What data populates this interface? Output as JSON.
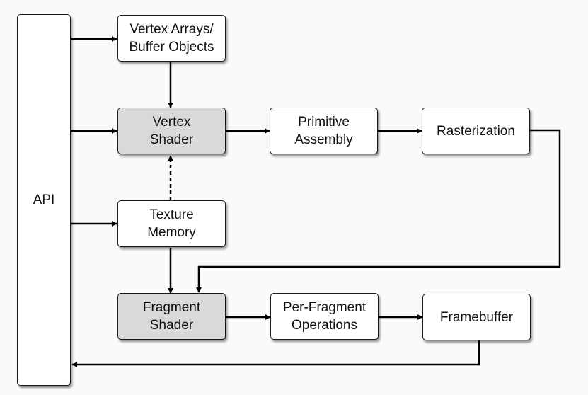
{
  "nodes": {
    "api": {
      "label": "API"
    },
    "vertex_arrays": {
      "label": "Vertex Arrays/\nBuffer Objects"
    },
    "vertex_shader": {
      "label": "Vertex\nShader"
    },
    "primitive_assembly": {
      "label": "Primitive\nAssembly"
    },
    "rasterization": {
      "label": "Rasterization"
    },
    "texture_memory": {
      "label": "Texture\nMemory"
    },
    "fragment_shader": {
      "label": "Fragment\nShader"
    },
    "per_fragment_operations": {
      "label": "Per-Fragment\nOperations"
    },
    "framebuffer": {
      "label": "Framebuffer"
    }
  },
  "colors": {
    "line": "#000000",
    "box_fill": "#ffffff",
    "shader_fill": "#d9d9d9"
  }
}
